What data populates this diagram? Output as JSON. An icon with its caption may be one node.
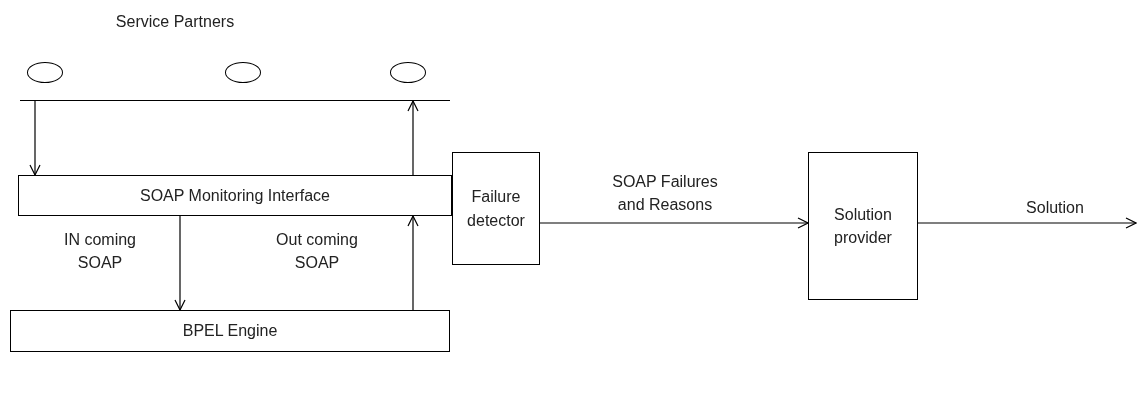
{
  "diagram": {
    "nodes": [
      {
        "text": [],
        "shape": "ellipse"
      },
      {
        "text": [],
        "shape": "ellipse"
      },
      {
        "text": [],
        "shape": "ellipse"
      },
      {
        "text": [],
        "shape": "line"
      },
      {
        "text": [
          "SOAP Monitoring Interface"
        ]
      },
      {
        "text": [
          "Failure detector"
        ]
      },
      {
        "text": [
          "Solution provider"
        ]
      },
      {
        "text": [
          "BPEL Engine"
        ]
      }
    ],
    "edges": [
      {
        "from": 3,
        "to": 4,
        "arrow": "to"
      },
      {
        "from": 4,
        "to": 3,
        "arrow": "to"
      },
      {
        "from": 4,
        "to": 7,
        "arrow": "to",
        "label": "IN coming SOAP"
      },
      {
        "from": 7,
        "to": 4,
        "arrow": "to",
        "label": "Out coming SOAP"
      },
      {
        "from": 5,
        "to": 6,
        "arrow": "to",
        "label": "SOAP Failures and Reasons"
      },
      {
        "from": 6,
        "to": null,
        "arrow": "to",
        "label": "Solution"
      }
    ],
    "labels": [
      "Service Partners"
    ]
  }
}
